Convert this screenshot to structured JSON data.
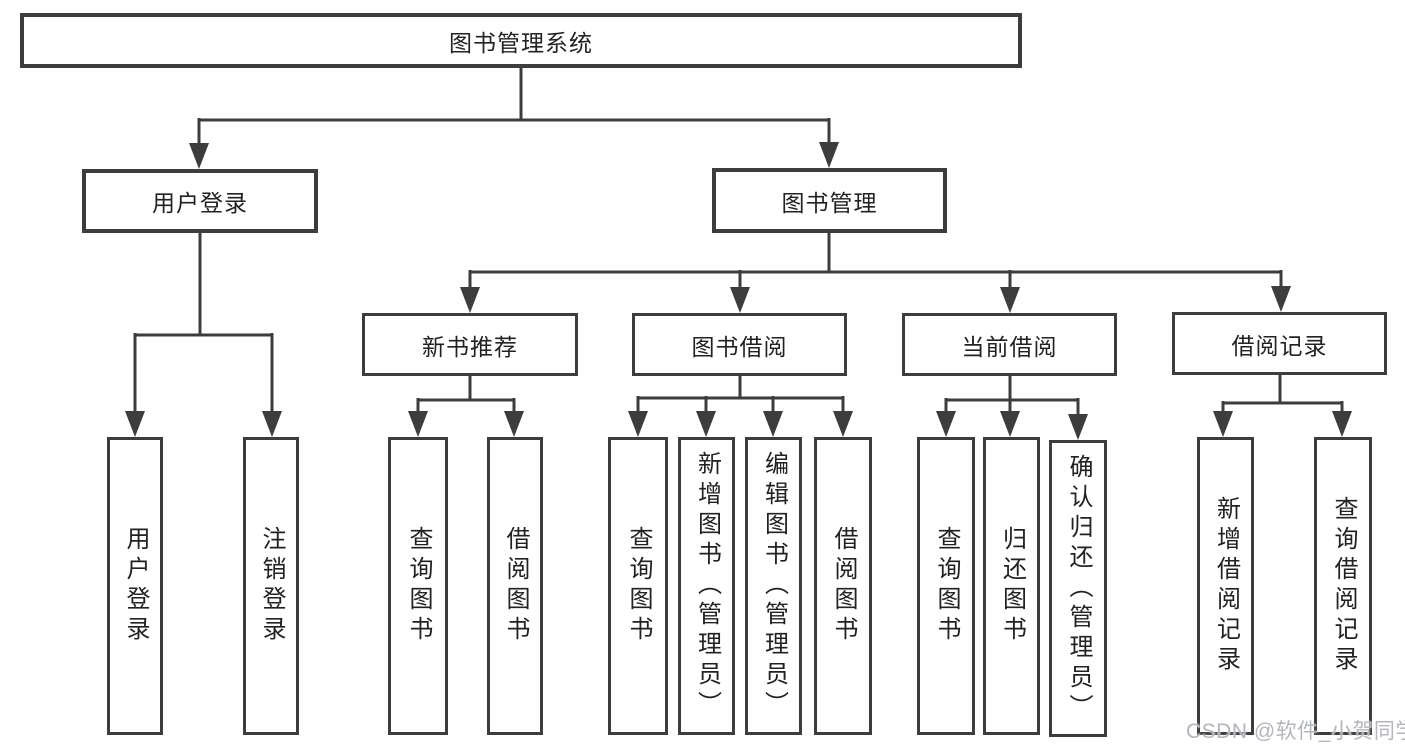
{
  "diagram": {
    "root": {
      "label": "图书管理系统",
      "children": [
        {
          "label": "用户登录",
          "children": [
            {
              "label": "用户登录"
            },
            {
              "label": "注销登录"
            }
          ]
        },
        {
          "label": "图书管理",
          "children": [
            {
              "label": "新书推荐",
              "children": [
                {
                  "label": "查询图书"
                },
                {
                  "label": "借阅图书"
                }
              ]
            },
            {
              "label": "图书借阅",
              "children": [
                {
                  "label": "查询图书"
                },
                {
                  "label": "新增图书（管理员）"
                },
                {
                  "label": "编辑图书（管理员）"
                },
                {
                  "label": "借阅图书"
                }
              ]
            },
            {
              "label": "当前借阅",
              "children": [
                {
                  "label": "查询图书"
                },
                {
                  "label": "归还图书"
                },
                {
                  "label": "确认归还（管理员）"
                }
              ]
            },
            {
              "label": "借阅记录",
              "children": [
                {
                  "label": "新增借阅记录"
                },
                {
                  "label": "查询借阅记录"
                }
              ]
            }
          ]
        }
      ]
    }
  },
  "watermark": {
    "text": "CSDN @软件_小贺同学"
  },
  "colors": {
    "line": "#3d3d3d",
    "text": "#222222",
    "background": "#ffffff",
    "watermark": "#b3b6bc"
  }
}
